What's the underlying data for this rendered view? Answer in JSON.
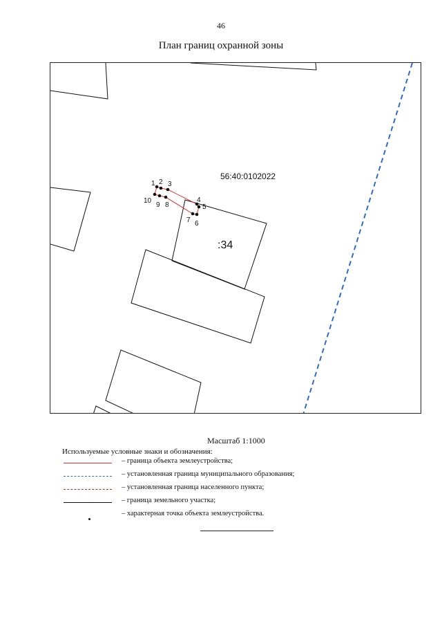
{
  "page_number": "46",
  "title": "План границ охранной зоны",
  "map": {
    "cadastral_block": "56:40:0102022",
    "parcel_label": ":34",
    "point_labels": [
      "1",
      "2",
      "3",
      "4",
      "5",
      "6",
      "7",
      "8",
      "9",
      "10"
    ]
  },
  "scale": "Масштаб 1:1000",
  "legend": {
    "title": "Используемые условные знаки и обозначения:",
    "items": [
      {
        "label": "– граница объекта землеустройства;",
        "color": "#e0302a"
      },
      {
        "label": "– установленная граница муниципального образования;",
        "color": "#2f6ad0"
      },
      {
        "label": "– установленная граница населенного пункта;",
        "color": "#b0301a"
      },
      {
        "label": "– граница земельного участка;",
        "color": "#111111"
      },
      {
        "label": "– характерная точка объекта землеустройства.",
        "color": "#111111"
      }
    ]
  }
}
